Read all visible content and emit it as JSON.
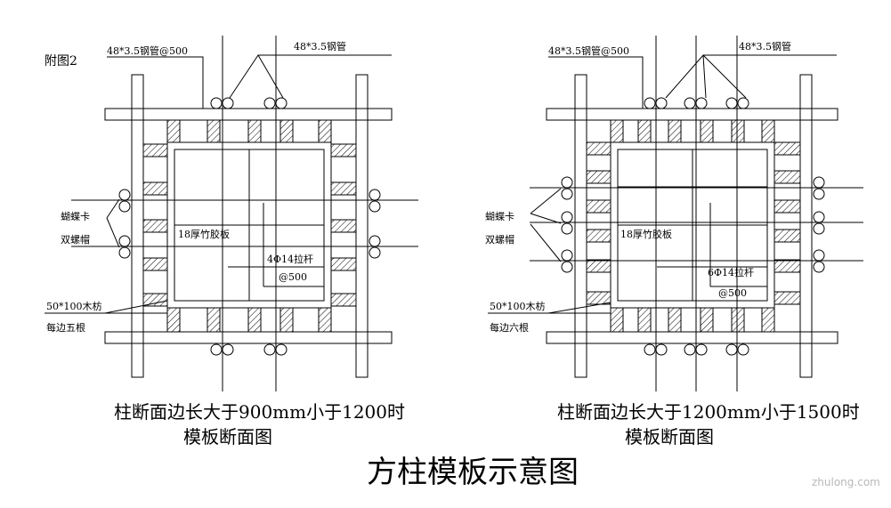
{
  "figure_tag": "附图2",
  "title": "方柱模板示意图",
  "watermark": "zhulong.com",
  "left": {
    "pipe_note_a": "48*3.5钢管@500",
    "pipe_note_b": "48*3.5钢管",
    "clip_label": "蝴蝶卡",
    "nut_label": "双螺帽",
    "board_label": "18厚竹胶板",
    "rod_label": "4Φ14拉杆",
    "rod_spacing": "@500",
    "timber_label": "50*100木枋",
    "timber_count": "每边五根",
    "caption_1": "柱断面边长大于900mm小于1200时",
    "caption_2": "模板断面图"
  },
  "right": {
    "pipe_note_a": "48*3.5钢管@500",
    "pipe_note_b": "48*3.5钢管",
    "clip_label": "蝴蝶卡",
    "nut_label": "双螺帽",
    "board_label": "18厚竹胶板",
    "rod_label": "6Φ14拉杆",
    "rod_spacing": "@500",
    "timber_label": "50*100木枋",
    "timber_count": "每边六根",
    "caption_1": "柱断面边长大于1200mm小于1500时",
    "caption_2": "模板断面图"
  }
}
